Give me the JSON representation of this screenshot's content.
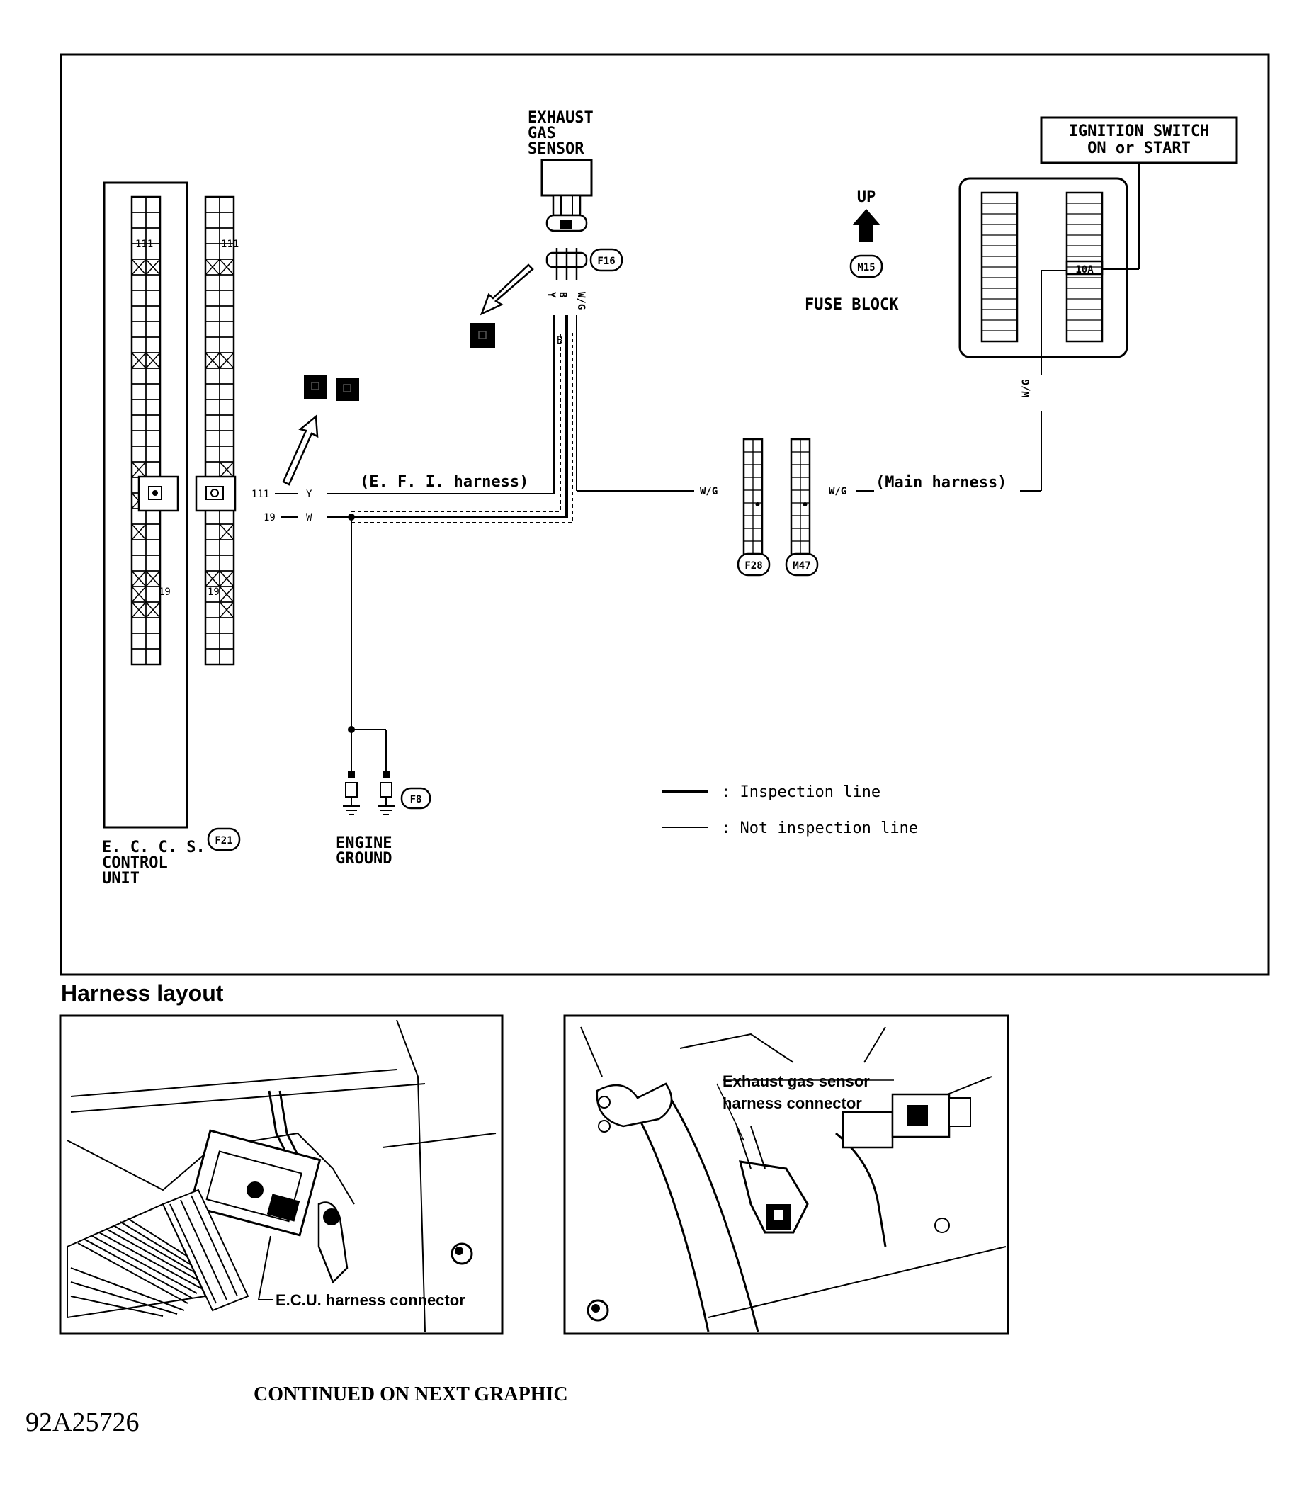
{
  "diagram": {
    "exhaust_gas_sensor": [
      "EXHAUST",
      "GAS",
      "SENSOR"
    ],
    "ignition_switch": [
      "IGNITION SWITCH",
      "ON or START"
    ],
    "up_label": "UP",
    "fuse_block_connector": "M15",
    "fuse_block_label": "FUSE BLOCK",
    "fuse_rating": "10A",
    "ecu_label": [
      "E. C. C. S.",
      "CONTROL",
      "UNIT"
    ],
    "engine_ground": [
      "ENGINE",
      "GROUND"
    ],
    "connectors": {
      "sensor": "F16",
      "ecu": "F21",
      "ground": "F8",
      "left_joint": "F28",
      "right_joint": "M47"
    },
    "terminal_111": "111",
    "terminal_19": "19",
    "terminal_label_111": "111",
    "terminal_label_19": "19",
    "wire_y": "Y",
    "wire_w": "W",
    "wire_wg": "W/G",
    "wire_b": "B",
    "sensor_wires": [
      "Y",
      "B",
      "W/G"
    ],
    "efi_harness": "(E. F. I.  harness)",
    "main_harness": "(Main harness)",
    "legend": {
      "inspection": ": Inspection line",
      "not_inspection": ": Not inspection line"
    }
  },
  "layout_section": {
    "title": "Harness layout",
    "left_caption": "E.C.U. harness connector",
    "right_caption": [
      "Exhaust gas sensor",
      "harness connector"
    ]
  },
  "footer": {
    "continued": "CONTINUED ON  NEXT GRAPHIC",
    "code": "92A25726"
  }
}
